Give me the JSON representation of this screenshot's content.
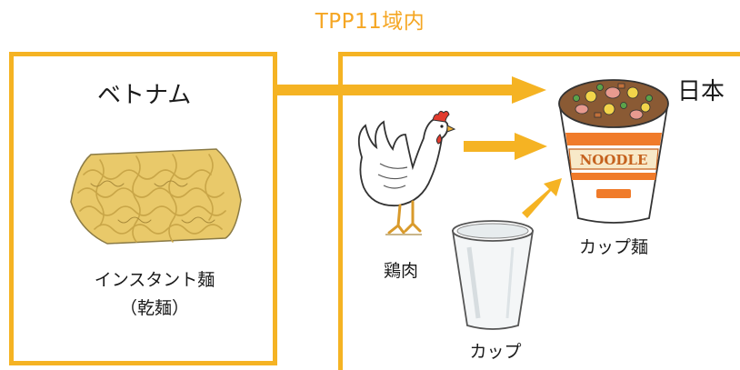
{
  "region_title": "TPP11域内",
  "vietnam": {
    "name": "ベトナム",
    "product_line1": "インスタント麺",
    "product_line2": "（乾麺）"
  },
  "japan": {
    "name": "日本",
    "chicken_label": "鶏肉",
    "cup_label": "カップ",
    "cup_noodle_label": "カップ麺",
    "noodle_text": "NOODLE"
  },
  "colors": {
    "accent": "#F5B323",
    "title": "#F5A623",
    "noodle": "#E9C96A"
  }
}
